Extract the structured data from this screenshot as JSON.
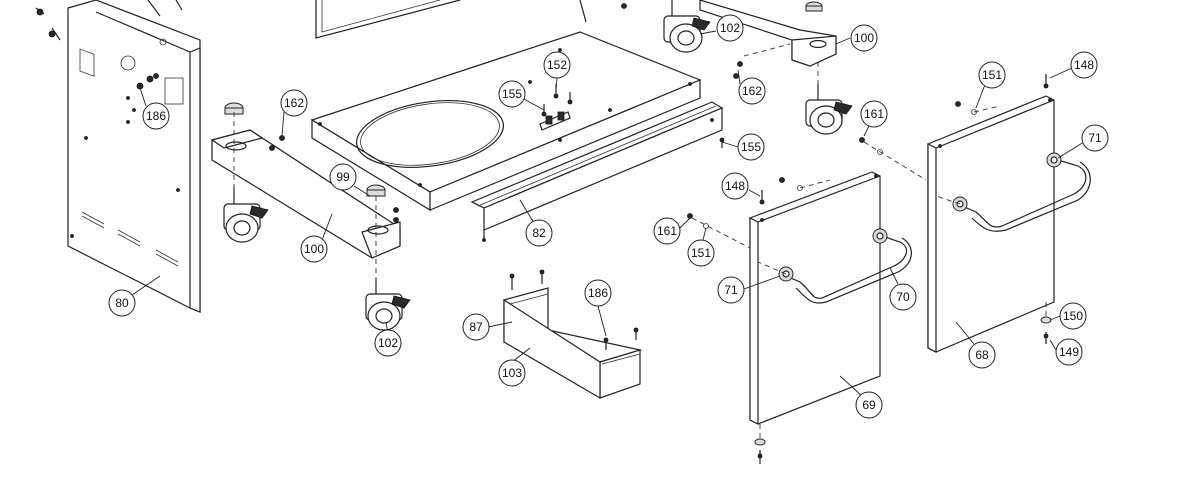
{
  "callouts": [
    {
      "id": "c186a",
      "label": "186"
    },
    {
      "id": "c80",
      "label": "80"
    },
    {
      "id": "c162a",
      "label": "162"
    },
    {
      "id": "c100a",
      "label": "100"
    },
    {
      "id": "c99",
      "label": "99"
    },
    {
      "id": "c102a",
      "label": "102"
    },
    {
      "id": "c155a",
      "label": "155"
    },
    {
      "id": "c152",
      "label": "152"
    },
    {
      "id": "c155b",
      "label": "155"
    },
    {
      "id": "c82",
      "label": "82"
    },
    {
      "id": "c87",
      "label": "87"
    },
    {
      "id": "c186b",
      "label": "186"
    },
    {
      "id": "c103",
      "label": "103"
    },
    {
      "id": "c102b",
      "label": "102"
    },
    {
      "id": "c100b",
      "label": "100"
    },
    {
      "id": "c162b",
      "label": "162"
    },
    {
      "id": "c161a",
      "label": "161"
    },
    {
      "id": "c148a",
      "label": "148"
    },
    {
      "id": "c161b",
      "label": "161"
    },
    {
      "id": "c151a",
      "label": "151"
    },
    {
      "id": "c71a",
      "label": "71"
    },
    {
      "id": "c70",
      "label": "70"
    },
    {
      "id": "c69",
      "label": "69"
    },
    {
      "id": "c151b",
      "label": "151"
    },
    {
      "id": "c148b",
      "label": "148"
    },
    {
      "id": "c71b",
      "label": "71"
    },
    {
      "id": "c150",
      "label": "150"
    },
    {
      "id": "c149",
      "label": "149"
    },
    {
      "id": "c68",
      "label": "68"
    }
  ]
}
